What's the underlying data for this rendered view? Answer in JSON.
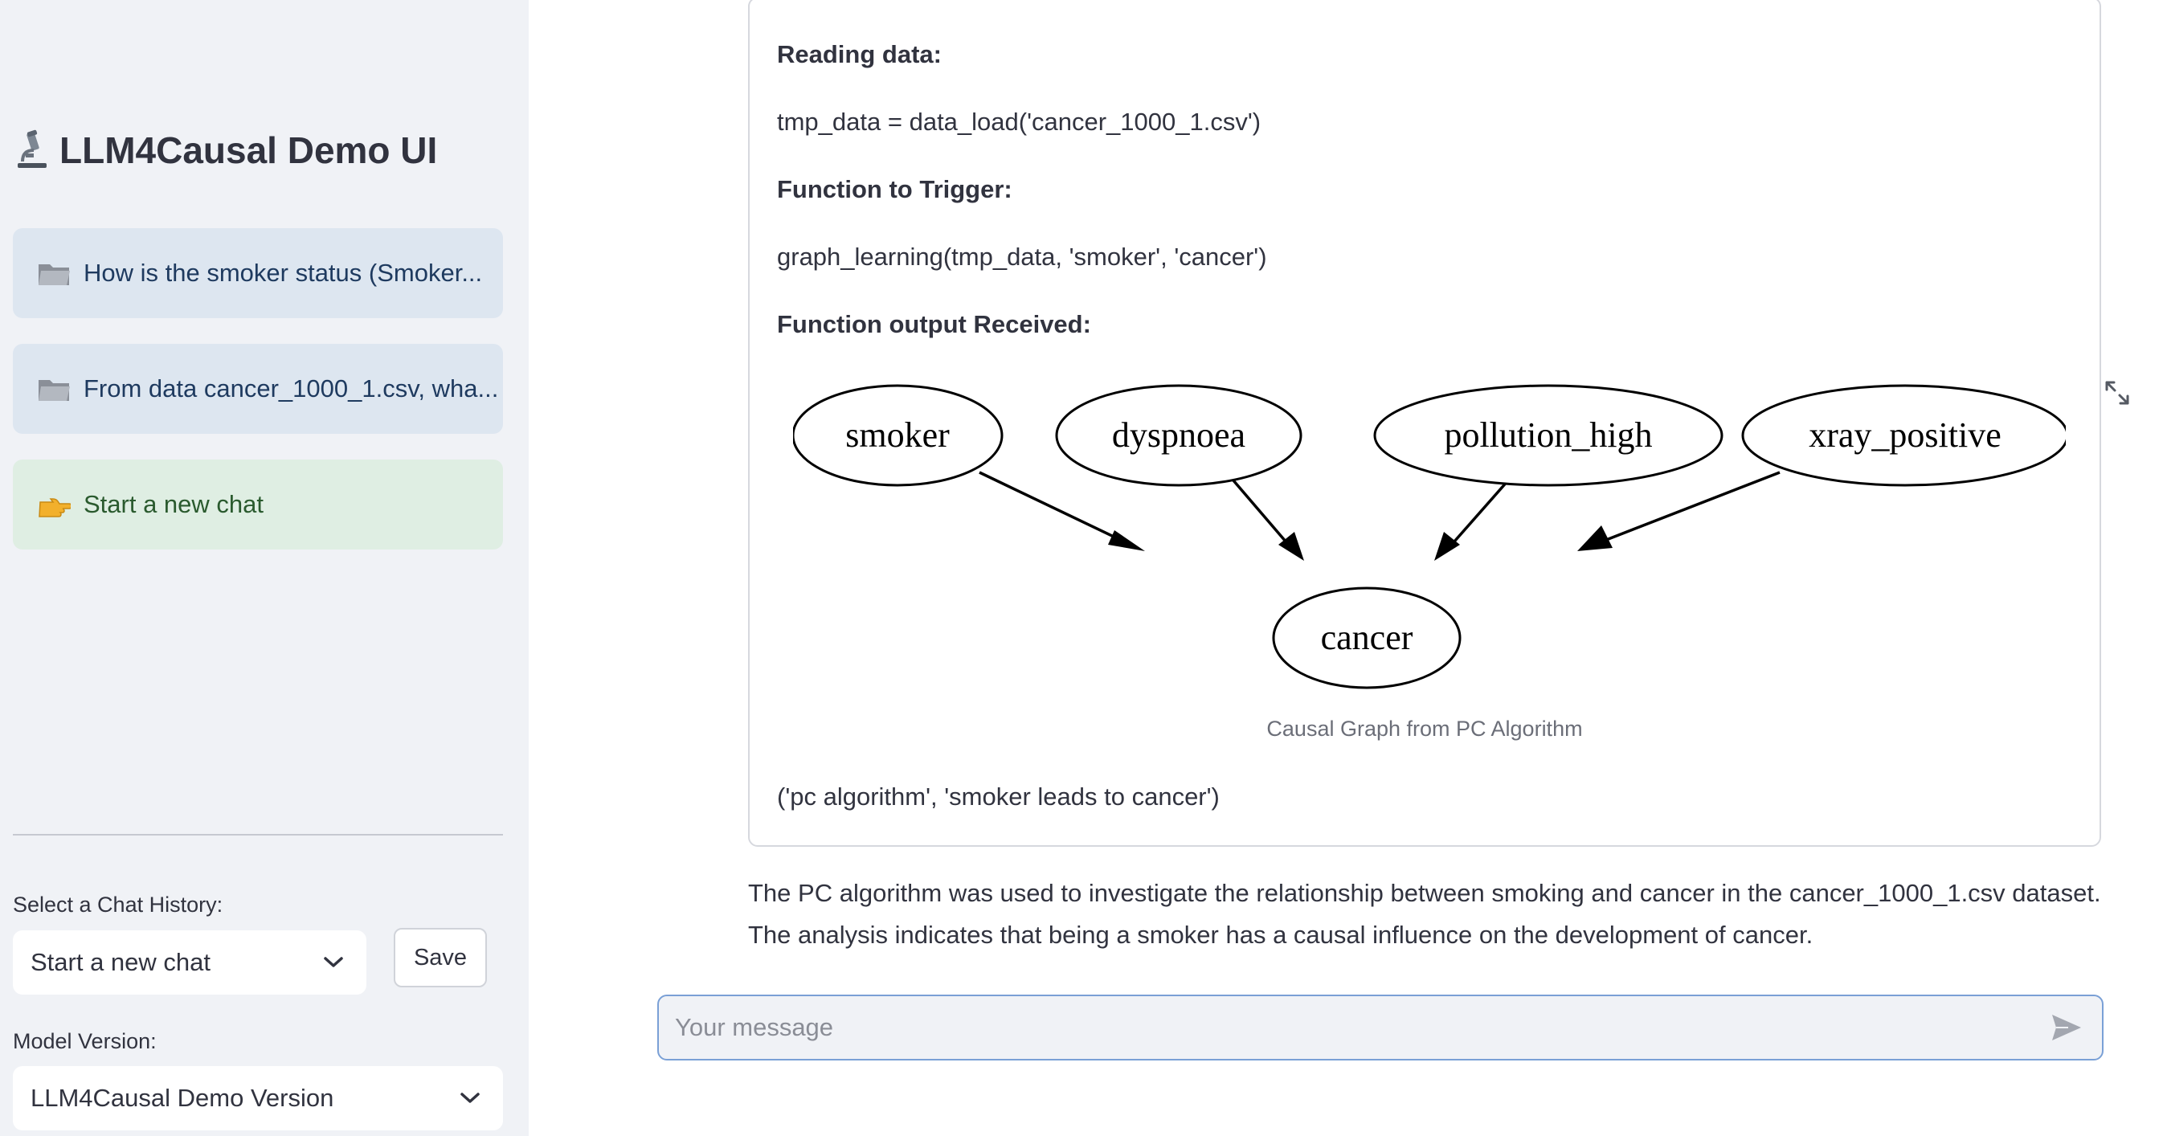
{
  "sidebar": {
    "title": "LLM4Causal Demo UI",
    "history_items": [
      {
        "label": "How is the smoker status (Smoker..."
      },
      {
        "label": "From data cancer_1000_1.csv, wha..."
      }
    ],
    "new_chat_label": "Start a new chat",
    "chat_history_label": "Select a Chat History:",
    "chat_history_selected": "Start a new chat",
    "save_label": "Save",
    "model_version_label": "Model Version:",
    "model_version_selected": "LLM4Causal Demo Version"
  },
  "message": {
    "reading_data_heading": "Reading data:",
    "reading_data_code": "tmp_data = data_load('cancer_1000_1.csv')",
    "function_heading": "Function to Trigger:",
    "function_code": "graph_learning(tmp_data, 'smoker', 'cancer')",
    "output_heading": "Function output Received:",
    "graph": {
      "nodes": [
        "smoker",
        "dyspnoea",
        "pollution_high",
        "xray_positive",
        "cancer"
      ],
      "edges": [
        [
          "smoker",
          "cancer"
        ],
        [
          "dyspnoea",
          "cancer"
        ],
        [
          "pollution_high",
          "cancer"
        ],
        [
          "xray_positive",
          "cancer"
        ]
      ]
    },
    "graph_caption": "Causal Graph from PC Algorithm",
    "result_tuple": "('pc algorithm', 'smoker leads to cancer')"
  },
  "assistant_summary": "The PC algorithm was used to investigate the relationship between smoking and cancer in the cancer_1000_1.csv dataset. The analysis indicates that being a smoker has a causal influence on the development of cancer.",
  "input": {
    "placeholder": "Your message"
  },
  "icons": {
    "title": "microscope-icon",
    "history": "folder-icon",
    "new_chat": "pointing-hand-icon",
    "expand": "expand-icon",
    "send": "send-icon"
  }
}
